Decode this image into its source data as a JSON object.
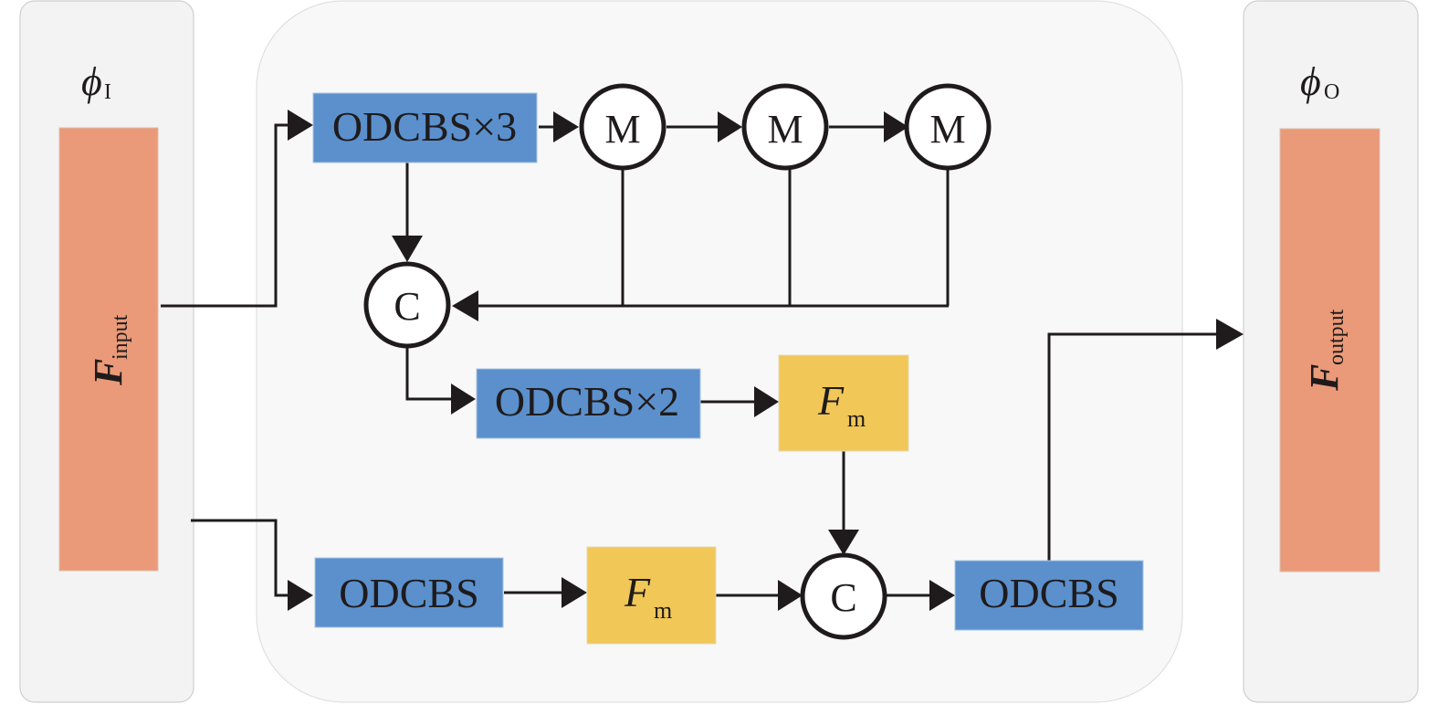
{
  "colors": {
    "feature_block": "#ea9a78",
    "odcbs_block": "#5b90cc",
    "fm_block": "#f1c758",
    "panel_side": "#f3f3f3",
    "panel_center": "#f8f8f8",
    "line": "#1f1b1c"
  },
  "input_panel": {
    "phi_symbol": "ϕ",
    "phi_subscript": "I",
    "feature_main": "F",
    "feature_subscript": "input"
  },
  "output_panel": {
    "phi_symbol": "ϕ",
    "phi_subscript": "O",
    "feature_main": "F",
    "feature_subscript": "output"
  },
  "branch_top": {
    "odcbs_x3": "ODCBS×3",
    "m_nodes": [
      "M",
      "M",
      "M"
    ],
    "concat_1": "C",
    "odcbs_x2": "ODCBS×2",
    "fm_main": "F",
    "fm_subscript": "m"
  },
  "branch_bottom": {
    "odcbs": "ODCBS",
    "fm_main": "F",
    "fm_subscript": "m",
    "concat_2": "C",
    "odcbs_final": "ODCBS"
  }
}
